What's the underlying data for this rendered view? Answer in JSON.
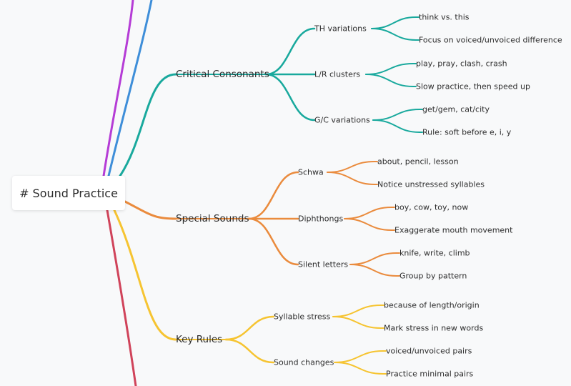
{
  "root": {
    "label": "# Sound Practice"
  },
  "colors": {
    "teal": "#19a99d",
    "orange": "#ea8b3d",
    "yellow": "#f6c431",
    "purple": "#b53cd6",
    "blue": "#3e8ed9",
    "red": "#d0435a"
  },
  "branches": [
    {
      "label": "Critical Consonants",
      "color": "teal",
      "children": [
        {
          "label": "TH variations",
          "children": [
            "think vs. this",
            "Focus on voiced/unvoiced difference"
          ]
        },
        {
          "label": "L/R clusters",
          "children": [
            "play, pray, clash, crash",
            "Slow practice, then speed up"
          ]
        },
        {
          "label": "G/C variations",
          "children": [
            "get/gem, cat/city",
            "Rule: soft before e, i, y"
          ]
        }
      ]
    },
    {
      "label": "Special Sounds",
      "color": "orange",
      "children": [
        {
          "label": "Schwa",
          "children": [
            "about, pencil, lesson",
            "Notice unstressed syllables"
          ]
        },
        {
          "label": "Diphthongs",
          "children": [
            "boy, cow, toy, now",
            "Exaggerate mouth movement"
          ]
        },
        {
          "label": "Silent letters",
          "children": [
            "knife, write, climb",
            "Group by pattern"
          ]
        }
      ]
    },
    {
      "label": "Key Rules",
      "color": "yellow",
      "children": [
        {
          "label": "Syllable stress",
          "children": [
            "because of length/origin",
            "Mark stress in new words"
          ]
        },
        {
          "label": "Sound changes",
          "children": [
            "voiced/unvoiced pairs",
            "Practice minimal pairs"
          ]
        }
      ]
    }
  ]
}
